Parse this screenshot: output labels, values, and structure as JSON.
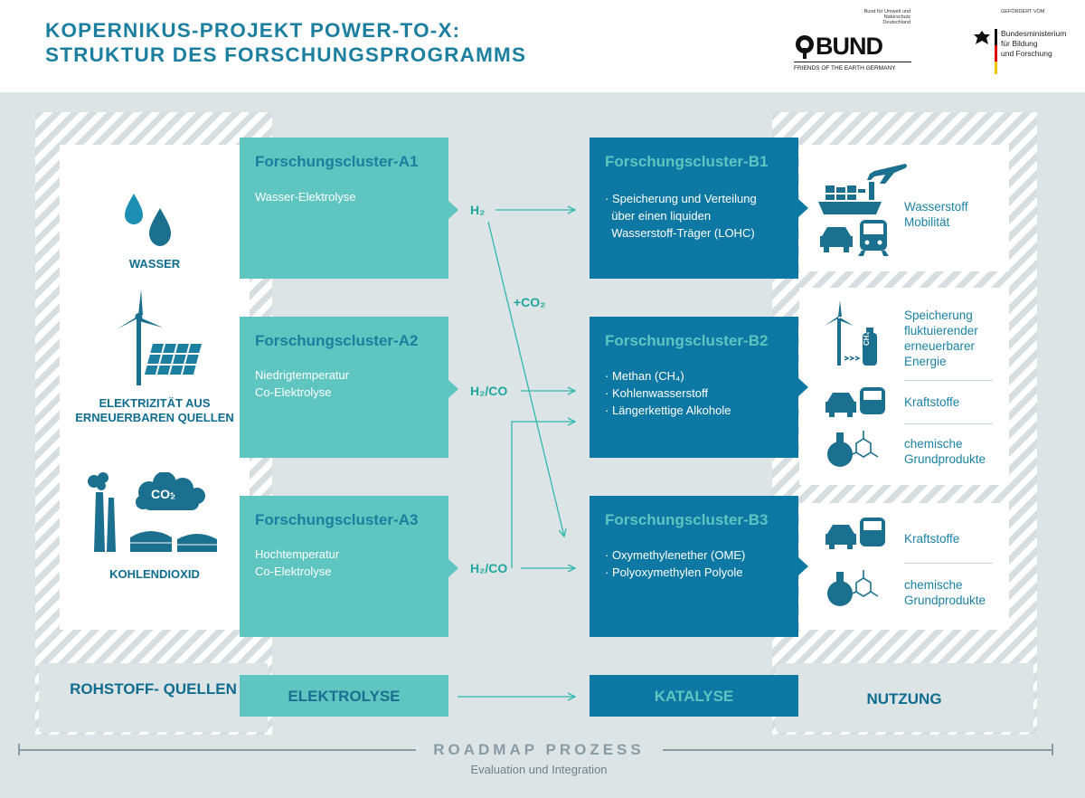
{
  "title": {
    "line1": "KOPERNIKUS-PROJEKT POWER-TO-X:",
    "line2": "STRUKTUR DES FORSCHUNGSPROGRAMMS"
  },
  "logos": {
    "bund": {
      "small": "Bund für Umwelt und Naturschutz Deutschland",
      "name": "BUND",
      "tagline": "FRIENDS OF THE EARTH GERMANY"
    },
    "ministry": {
      "funded_by": "GEFÖRDERT VOM",
      "name_lines": [
        "Bundesministerium",
        "für Bildung",
        "und Forschung"
      ]
    }
  },
  "sources": {
    "items": [
      {
        "label": "WASSER"
      },
      {
        "label": "ELEKTRIZITÄT AUS ERNEUERBAREN QUELLEN"
      },
      {
        "label": "KOHLENDIOXID"
      }
    ],
    "co2_cloud": "CO₂",
    "column_label": "ROHSTOFF- QUELLEN"
  },
  "clusters_a": [
    {
      "title": "Forschungscluster-A1",
      "lines": [
        "Wasser-Elektrolyse"
      ]
    },
    {
      "title": "Forschungscluster-A2",
      "lines": [
        "Niedrigtemperatur",
        "Co-Elektrolyse"
      ]
    },
    {
      "title": "Forschungscluster-A3",
      "lines": [
        "Hochtemperatur",
        "Co-Elektrolyse"
      ]
    }
  ],
  "clusters_b": [
    {
      "title": "Forschungscluster-B1",
      "lines": [
        "· Speicherung und Verteilung",
        "  über einen liquiden",
        "  Wasserstoff-Träger (LOHC)"
      ]
    },
    {
      "title": "Forschungscluster-B2",
      "lines": [
        "· Methan (CH₄)",
        "· Kohlenwasserstoff",
        "· Längerkettige Alkohole"
      ]
    },
    {
      "title": "Forschungscluster-B3",
      "lines": [
        "· Oxymethylenether (OME)",
        "· Polyoxymethylen Polyole"
      ]
    }
  ],
  "flows": {
    "h2": "H₂",
    "co2": "+CO₂",
    "h2co_a2": "H₂/CO",
    "h2co_a3": "H₂/CO"
  },
  "usage": {
    "b1": {
      "text": "Wasserstoff Mobilität"
    },
    "b2_storage": {
      "text": "Speicherung fluktuierender erneuerbarer Energie",
      "tank_label": "CH₄"
    },
    "b2_fuel": {
      "text": "Kraftstoffe"
    },
    "b2_chem": {
      "text": "chemische Grundprodukte"
    },
    "b3_fuel": {
      "text": "Kraftstoffe"
    },
    "b3_chem": {
      "text": "chemische Grundprodukte"
    }
  },
  "bottom": {
    "elektrolyse": "ELEKTROLYSE",
    "katalyse": "KATALYSE",
    "nutzung": "NUTZUNG"
  },
  "roadmap": {
    "title": "ROADMAP PROZESS",
    "subtitle": "Evaluation und Integration"
  },
  "colors": {
    "teal": "#5ec5c0",
    "blue": "#0d78a3",
    "title_blue": "#1d7fa0",
    "background": "#dde4e6"
  }
}
